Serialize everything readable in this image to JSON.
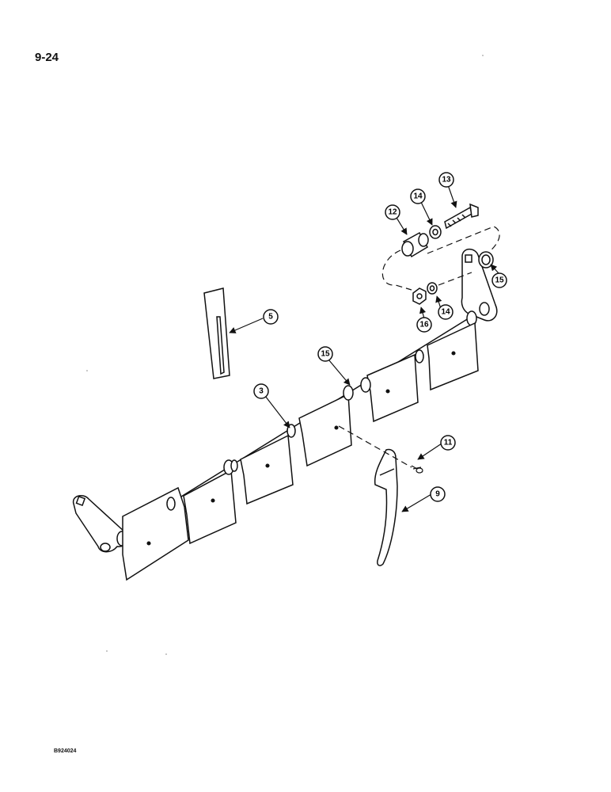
{
  "page": {
    "number": "9-24",
    "figure_code": "B924024"
  },
  "callouts": [
    {
      "id": "c3",
      "label": "3"
    },
    {
      "id": "c5",
      "label": "5"
    },
    {
      "id": "c9",
      "label": "9"
    },
    {
      "id": "c11",
      "label": "11"
    },
    {
      "id": "c12",
      "label": "12"
    },
    {
      "id": "c13",
      "label": "13"
    },
    {
      "id": "c14a",
      "label": "14"
    },
    {
      "id": "c14b",
      "label": "14"
    },
    {
      "id": "c15a",
      "label": "15"
    },
    {
      "id": "c15b",
      "label": "15"
    },
    {
      "id": "c16",
      "label": "16"
    }
  ],
  "colors": {
    "ink": "#111111",
    "paper": "#ffffff",
    "shade": "#d9d9d9"
  }
}
